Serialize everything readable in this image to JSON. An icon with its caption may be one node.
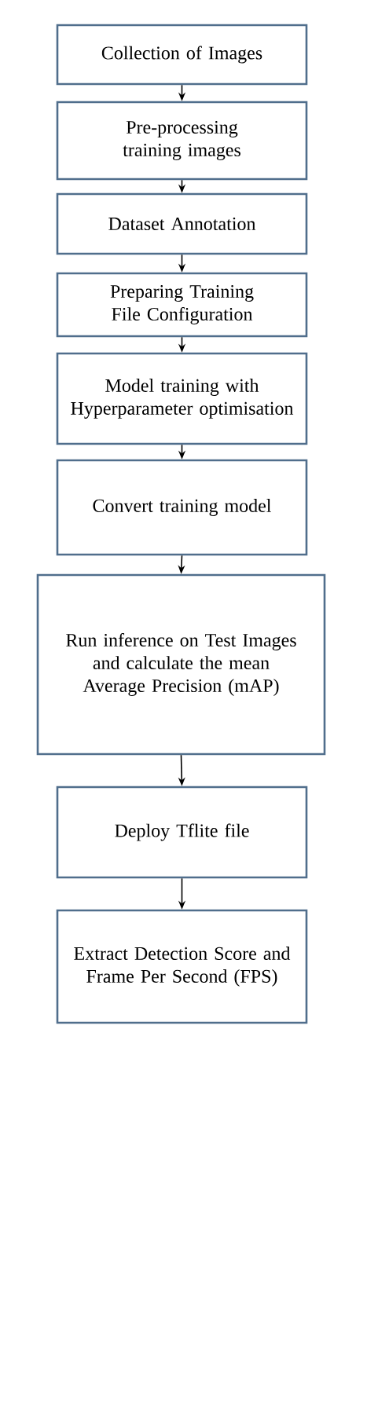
{
  "diagram": {
    "nodes": [
      {
        "text": [
          "Collection of Images"
        ]
      },
      {
        "text": [
          "Pre-processing training images"
        ]
      },
      {
        "text": [
          "Dataset Annotation"
        ]
      },
      {
        "text": [
          "Preparing Training File Configuration"
        ]
      },
      {
        "text": [
          "Model training with Hyperparameter optimisation"
        ]
      },
      {
        "text": [
          "Convert training model"
        ]
      },
      {
        "text": [
          "Run inference on Test Images and calculate the mean Average Precision (mAP)"
        ]
      },
      {
        "text": [
          "Deploy Tflite file"
        ]
      },
      {
        "text": [
          "Extract Detection Score and Frame Per Second (FPS)"
        ]
      }
    ],
    "edges": [
      {
        "from": 0,
        "to": 1,
        "arrow": "to"
      },
      {
        "from": 1,
        "to": 2,
        "arrow": "to"
      },
      {
        "from": 2,
        "to": 3,
        "arrow": "to"
      },
      {
        "from": 3,
        "to": 4,
        "arrow": "to"
      },
      {
        "from": 4,
        "to": 5,
        "arrow": "to"
      },
      {
        "from": 5,
        "to": 6,
        "arrow": "to"
      },
      {
        "from": 6,
        "to": 7,
        "arrow": "to"
      },
      {
        "from": 7,
        "to": 8,
        "arrow": "to"
      }
    ]
  }
}
